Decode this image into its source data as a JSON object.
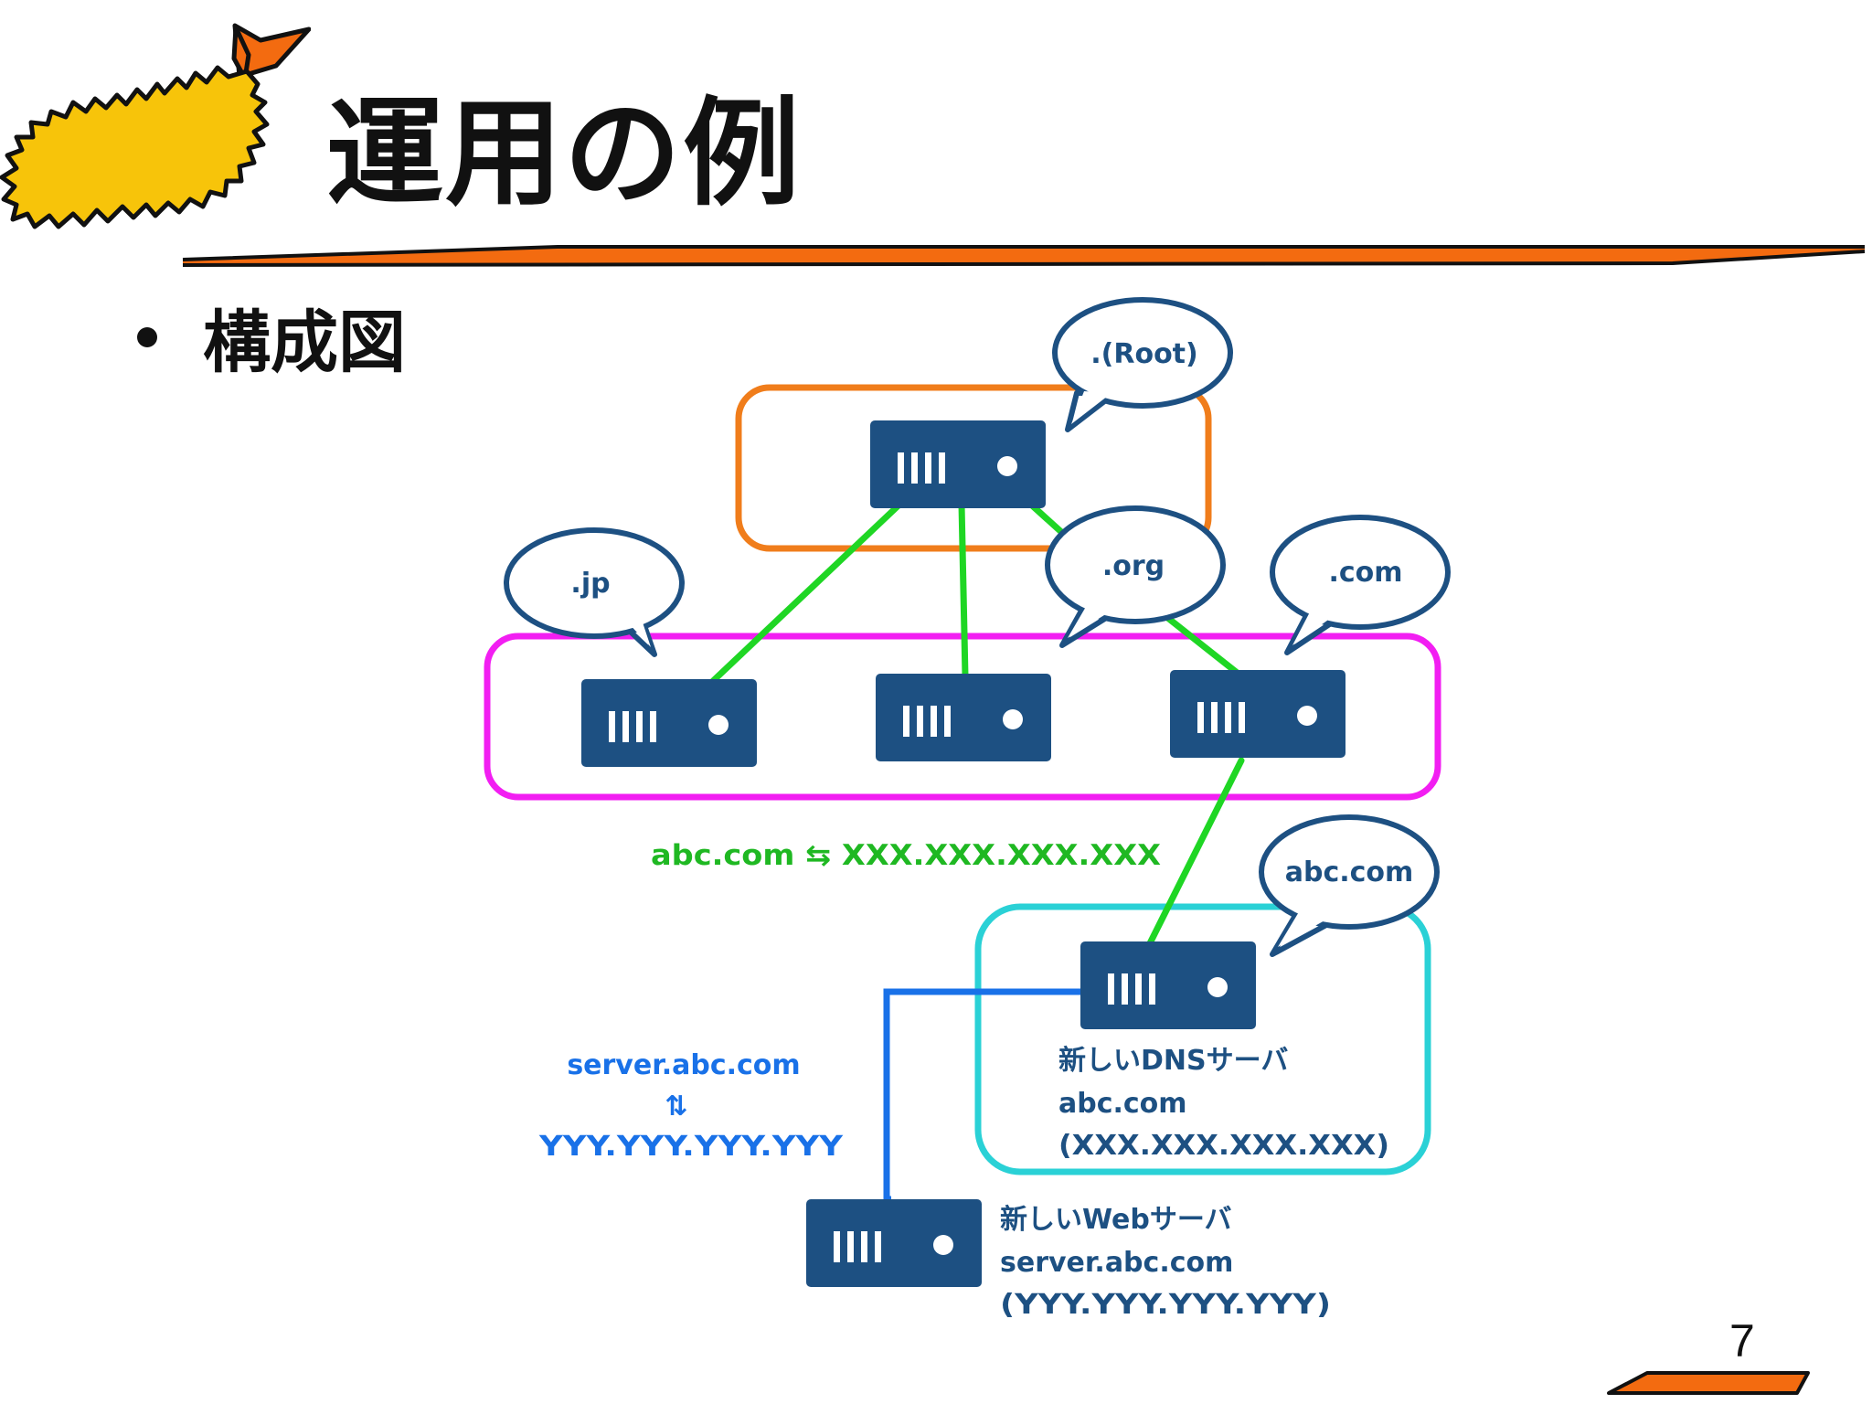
{
  "title": "運用の例",
  "bullet": "構成図",
  "page_number": "7",
  "bubbles": {
    "root": ".(Root)",
    "jp": ".jp",
    "org": ".org",
    "com": ".com",
    "abc": "abc.com"
  },
  "mapping_green": "abc.com ⇆ XXX.XXX.XXX.XXX",
  "mapping_blue": {
    "name": "server.abc.com",
    "arrow": "⇅",
    "ip": "YYY.YYY.YYY.YYY"
  },
  "dns_server": {
    "line1": "新しいDNSサーバ",
    "line2": "abc.com",
    "line3": "(XXX.XXX.XXX.XXX)"
  },
  "web_server": {
    "line1": "新しいWebサーバ",
    "line2": "server.abc.com",
    "line3": "(YYY.YYY.YYY.YYY)"
  },
  "colors": {
    "server": "#1d5082",
    "root_zone": "#f07d1b",
    "tld_zone": "#f21ef2",
    "abc_zone": "#2ad1d6",
    "green_link": "#1fd624",
    "blue_link": "#1971e8",
    "bubble_border": "#1d5082",
    "accent_orange": "#f36b10",
    "shrimp": "#f7c40a"
  }
}
